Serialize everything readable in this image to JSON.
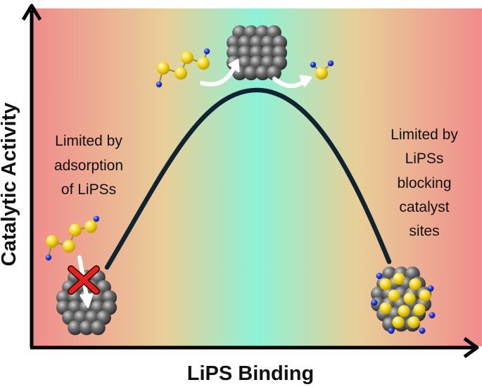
{
  "axes": {
    "x_label": "LiPS Binding",
    "y_label": "Catalytic Activity"
  },
  "annotations": {
    "left": [
      "Limited by",
      "adsorption",
      "of LiPSs"
    ],
    "right": [
      "Limited by",
      "LiPSs",
      "blocking",
      "catalyst",
      "sites"
    ]
  },
  "colors": {
    "weak_binding_region": "#f08c8c",
    "optimal_region": "#8cf2d8",
    "transition_region": "#e8cf98",
    "curve": "#0f2330",
    "axis": "#000000",
    "sulfur_atom": "#f7d81c",
    "lithium_atom": "#2236d6",
    "catalyst_atom": "#6c6c6c",
    "blocked_mark": "#e0231f",
    "arrow": "#ffffff"
  },
  "icons": {
    "left_cluster": "catalyst-cluster-icon",
    "top_cluster": "catalyst-cluster-icon",
    "right_cluster": "blocked-catalyst-cluster-icon",
    "polysulfide": "lithium-polysulfide-molecule-icon",
    "small_polysulfide": "lithium-sulfide-molecule-icon",
    "blocked": "red-cross-icon"
  }
}
